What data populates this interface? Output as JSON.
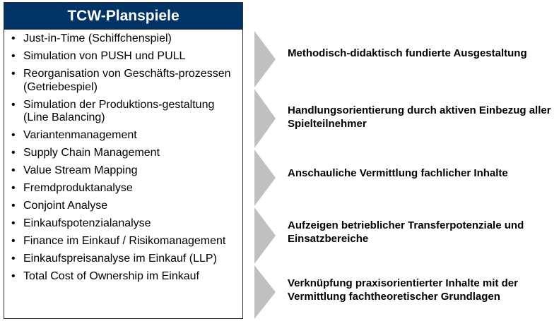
{
  "title": "TCW-Planspiele",
  "items": [
    "Just-in-Time (Schiffchenspiel)",
    "Simulation von PUSH und PULL",
    "Reorganisation von Geschäfts-prozessen (Getriebespiel)",
    "Simulation der Produktions-gestaltung (Line Balancing)",
    "Variantenmanagement",
    "Supply Chain Management",
    "Value Stream Mapping",
    "Fremdproduktanalyse",
    "Conjoint Analyse",
    "Einkaufspotenzialanalyse",
    "Finance im Einkauf / Risikomanagement",
    "Einkaufspreisanalyse im Einkauf (LLP)",
    "Total Cost of Ownership im Einkauf"
  ],
  "statements": [
    "Methodisch-didaktisch fundierte Ausgestaltung",
    "Handlungsorientierung durch aktiven Einbezug aller Spielteilnehmer",
    "Anschauliche Vermittlung fachlicher Inhalte",
    "Aufzeigen betrieblicher Transferpotenziale und Einsatzbereiche",
    "Verknüpfung praxisorientierter Inhalte mit der Vermittlung fachtheoretischer Grundlagen"
  ],
  "colors": {
    "header": "#003366",
    "chevron": "#c0c0c0"
  }
}
